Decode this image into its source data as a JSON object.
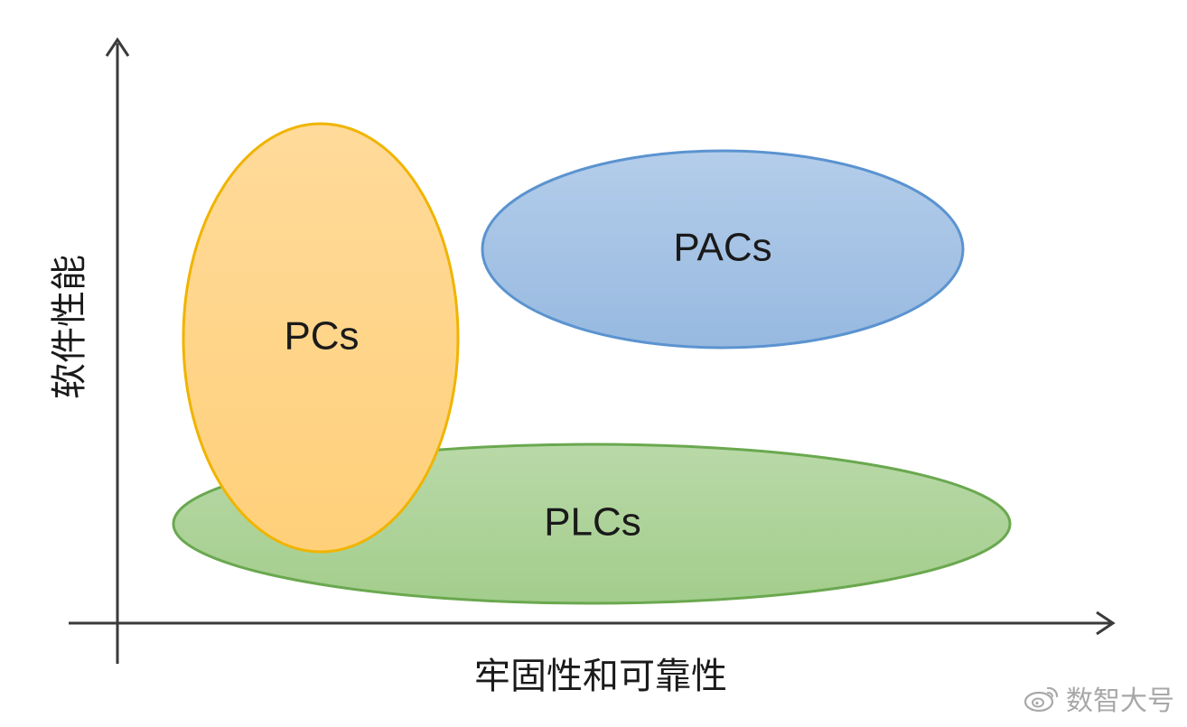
{
  "diagram": {
    "x_axis_label": "牢固性和可靠性",
    "y_axis_label": "软件性能",
    "regions": [
      {
        "id": "plcs",
        "label": "PLCs",
        "fill_top": "#b9d9a8",
        "fill_bottom": "#a3cd8c",
        "stroke": "#6aa84f"
      },
      {
        "id": "pcs",
        "label": "PCs",
        "fill_top": "#ffda9a",
        "fill_bottom": "#ffd07a",
        "stroke": "#f0b400"
      },
      {
        "id": "pacs",
        "label": "PACs",
        "fill_top": "#b4cdea",
        "fill_bottom": "#97b9e0",
        "stroke": "#5b93d0"
      }
    ]
  },
  "watermark": {
    "text": "数智大号",
    "icon": "weibo-icon"
  }
}
